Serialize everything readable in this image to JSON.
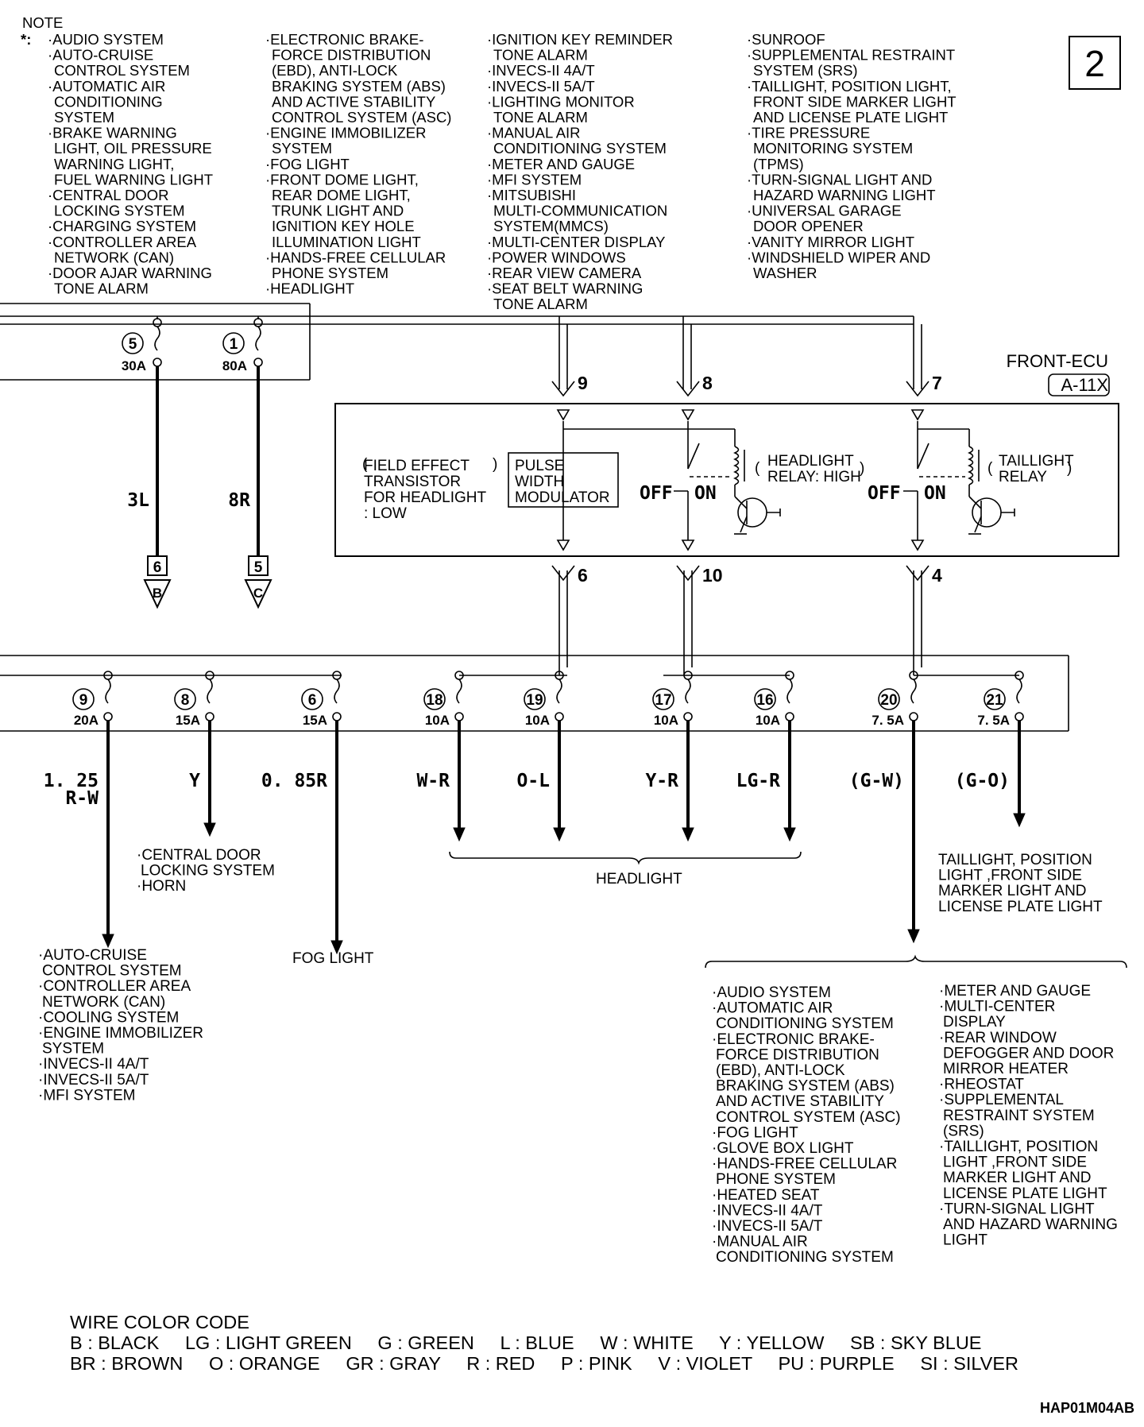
{
  "page_number": "2",
  "figure_id": "HAP01M04AB",
  "note": {
    "title": "NOTE",
    "marker": "*:",
    "columns": [
      [
        "·AUDIO SYSTEM",
        "·AUTO-CRUISE",
        "CONTROL SYSTEM",
        "·AUTOMATIC AIR",
        "CONDITIONING",
        "SYSTEM",
        "·BRAKE WARNING",
        "LIGHT, OIL PRESSURE",
        "WARNING LIGHT,",
        "FUEL WARNING LIGHT",
        "·CENTRAL DOOR",
        "LOCKING SYSTEM",
        "·CHARGING SYSTEM",
        "·CONTROLLER AREA",
        "NETWORK (CAN)",
        "·DOOR AJAR WARNING",
        "TONE ALARM"
      ],
      [
        "·ELECTRONIC BRAKE-",
        "FORCE DISTRIBUTION",
        "(EBD), ANTI-LOCK",
        "BRAKING SYSTEM (ABS)",
        "AND ACTIVE STABILITY",
        "CONTROL SYSTEM (ASC)",
        "·ENGINE IMMOBILIZER",
        "SYSTEM",
        "·FOG LIGHT",
        "·FRONT DOME LIGHT,",
        "REAR DOME LIGHT,",
        "TRUNK LIGHT AND",
        "IGNITION KEY HOLE",
        "ILLUMINATION LIGHT",
        "·HANDS-FREE CELLULAR",
        "PHONE SYSTEM",
        "·HEADLIGHT"
      ],
      [
        "·IGNITION KEY REMINDER",
        "TONE ALARM",
        "·INVECS-II 4A/T",
        "·INVECS-II 5A/T",
        "·LIGHTING MONITOR",
        "TONE ALARM",
        "·MANUAL AIR",
        "CONDITIONING SYSTEM",
        "·METER AND GAUGE",
        "·MFI SYSTEM",
        "·MITSUBISHI",
        "MULTI-COMMUNICATION",
        "SYSTEM(MMCS)",
        "·MULTI-CENTER DISPLAY",
        "·POWER WINDOWS",
        "·REAR VIEW CAMERA",
        "·SEAT BELT WARNING",
        "TONE ALARM"
      ],
      [
        "·SUNROOF",
        "·SUPPLEMENTAL RESTRAINT",
        "SYSTEM (SRS)",
        "·TAILLIGHT, POSITION LIGHT,",
        "FRONT SIDE MARKER LIGHT",
        "AND LICENSE PLATE LIGHT",
        "·TIRE PRESSURE",
        "MONITORING SYSTEM",
        "(TPMS)",
        "·TURN-SIGNAL LIGHT AND",
        "HAZARD WARNING LIGHT",
        "·UNIVERSAL GARAGE",
        "DOOR OPENER",
        "·VANITY MIRROR LIGHT",
        "·WINDSHIELD WIPER AND",
        "WASHER"
      ]
    ]
  },
  "ecu": {
    "name": "FRONT-ECU",
    "connector": "A-11X",
    "input_pins": [
      "9",
      "8",
      "7"
    ],
    "output_pins": [
      "6",
      "10",
      "4"
    ],
    "fet_label": [
      "FIELD EFFECT",
      "TRANSISTOR",
      "FOR HEADLIGHT",
      ": LOW"
    ],
    "pwm_label": [
      "PULSE",
      "WIDTH",
      "MODULATOR"
    ],
    "headlight_relay_label": [
      "HEADLIGHT",
      "RELAY: HIGH"
    ],
    "taillight_relay_label": [
      "TAILLIGHT",
      "RELAY"
    ],
    "switch_off": "OFF",
    "switch_on": "ON"
  },
  "upper_fuses": [
    {
      "num": "5",
      "amp": "30A",
      "wire": "3L",
      "connector": "6",
      "dest": "B"
    },
    {
      "num": "1",
      "amp": "80A",
      "wire": "8R",
      "connector": "5",
      "dest": "C"
    }
  ],
  "lower_fuses": [
    {
      "num": "9",
      "amp": "20A",
      "wire": [
        "1. 25",
        "R-W"
      ]
    },
    {
      "num": "8",
      "amp": "15A",
      "wire": [
        "Y"
      ]
    },
    {
      "num": "6",
      "amp": "15A",
      "wire": [
        "0. 85R"
      ]
    },
    {
      "num": "18",
      "amp": "10A",
      "wire": [
        "W-R"
      ]
    },
    {
      "num": "19",
      "amp": "10A",
      "wire": [
        "O-L"
      ]
    },
    {
      "num": "17",
      "amp": "10A",
      "wire": [
        "Y-R"
      ]
    },
    {
      "num": "16",
      "amp": "10A",
      "wire": [
        "LG-R"
      ]
    },
    {
      "num": "20",
      "amp": "7. 5A",
      "wire": [
        "(G-W)"
      ]
    },
    {
      "num": "21",
      "amp": "7. 5A",
      "wire": [
        "(G-O)"
      ]
    }
  ],
  "destinations": {
    "auto_cruise_group": [
      "·AUTO-CRUISE",
      "CONTROL SYSTEM",
      "·CONTROLLER AREA",
      "NETWORK (CAN)",
      "·COOLING SYSTEM",
      "·ENGINE IMMOBILIZER",
      "SYSTEM",
      "·INVECS-II 4A/T",
      "·INVECS-II 5A/T",
      "·MFI SYSTEM"
    ],
    "central_door_group": [
      "·CENTRAL DOOR",
      "LOCKING SYSTEM",
      "·HORN"
    ],
    "fog_light": "FOG LIGHT",
    "headlight": "HEADLIGHT",
    "taillight_group": [
      "TAILLIGHT, POSITION",
      "LIGHT ,FRONT SIDE",
      "MARKER LIGHT AND",
      "LICENSE PLATE LIGHT"
    ],
    "illumination_col1": [
      "·AUDIO SYSTEM",
      "·AUTOMATIC AIR",
      "CONDITIONING SYSTEM",
      "·ELECTRONIC BRAKE-",
      "FORCE DISTRIBUTION",
      "(EBD), ANTI-LOCK",
      "BRAKING SYSTEM (ABS)",
      "AND ACTIVE STABILITY",
      "CONTROL SYSTEM (ASC)",
      "·FOG LIGHT",
      "·GLOVE BOX LIGHT",
      "·HANDS-FREE CELLULAR",
      "PHONE SYSTEM",
      "·HEATED SEAT",
      "·INVECS-II 4A/T",
      "·INVECS-II 5A/T",
      "·MANUAL AIR",
      "CONDITIONING SYSTEM"
    ],
    "illumination_col2": [
      "·METER AND GAUGE",
      "·MULTI-CENTER",
      "DISPLAY",
      "·REAR WINDOW",
      "DEFOGGER AND DOOR",
      "MIRROR HEATER",
      "·RHEOSTAT",
      "·SUPPLEMENTAL",
      "RESTRAINT SYSTEM",
      "(SRS)",
      "·TAILLIGHT, POSITION",
      "LIGHT ,FRONT SIDE",
      "MARKER LIGHT AND",
      "LICENSE PLATE LIGHT",
      "·TURN-SIGNAL LIGHT",
      "AND HAZARD WARNING",
      "LIGHT"
    ]
  },
  "wire_color_code": {
    "title": "WIRE COLOR CODE",
    "row1": "B : BLACK     LG : LIGHT GREEN     G : GREEN     L : BLUE     W : WHITE     Y : YELLOW     SB : SKY BLUE",
    "row2": "BR : BROWN     O : ORANGE     GR : GRAY     R : RED     P : PINK     V : VIOLET     PU : PURPLE     SI : SILVER"
  }
}
